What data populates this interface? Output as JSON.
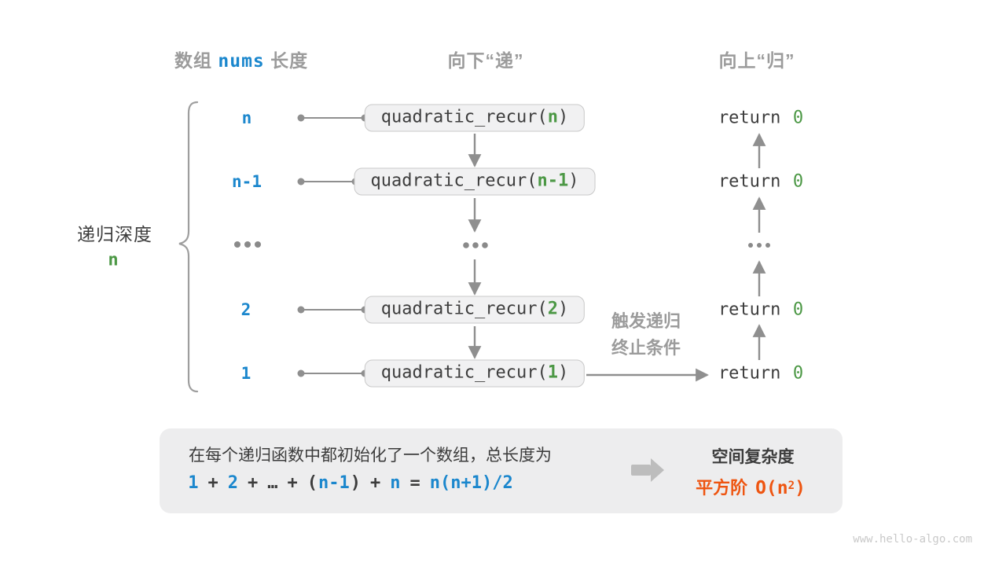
{
  "headers": {
    "array_prefix": "数组 ",
    "array_code": "nums",
    "array_suffix": " 长度",
    "down": "向下“递”",
    "up": "向上“归”"
  },
  "depth": {
    "label": "递归深度",
    "value": "n"
  },
  "call": {
    "prefix": "quadratic_recur(",
    "close": ")"
  },
  "rows": [
    {
      "size": "n",
      "param": "n"
    },
    {
      "size": "n-1",
      "param": "n-1"
    },
    {
      "ellipsis": "..."
    },
    {
      "size": "2",
      "param": "2"
    },
    {
      "size": "1",
      "param": "1"
    }
  ],
  "ret": {
    "keyword": "return",
    "value": "0"
  },
  "base_case": {
    "line1": "触发递归",
    "line2": "终止条件"
  },
  "summary": {
    "line1": "在每个递归函数中都初始化了一个数组，总长度为",
    "formula": [
      {
        "t": "1"
      },
      {
        "t": "+"
      },
      {
        "t": "2"
      },
      {
        "t": "+"
      },
      {
        "t": "…"
      },
      {
        "t": "+"
      },
      {
        "t": "("
      },
      {
        "t": "n-1"
      },
      {
        "t": ")"
      },
      {
        "t": "+"
      },
      {
        "t": "n"
      },
      {
        "t": "="
      },
      {
        "t": "n(n+1)/2"
      }
    ]
  },
  "complexity": {
    "title": "空间复杂度",
    "label": "平方阶",
    "o_prefix": "O(n",
    "o_sup": "2",
    "o_close": ")"
  },
  "watermark": "www.hello-algo.com",
  "colors": {
    "blue": "#1b87cd",
    "green": "#4c9845",
    "orange": "#ee5511",
    "gray_text": "#9b9b9b",
    "line_gray": "#8f8f8f",
    "box_fill": "#f1f1f2",
    "panel_fill": "#ededee"
  }
}
